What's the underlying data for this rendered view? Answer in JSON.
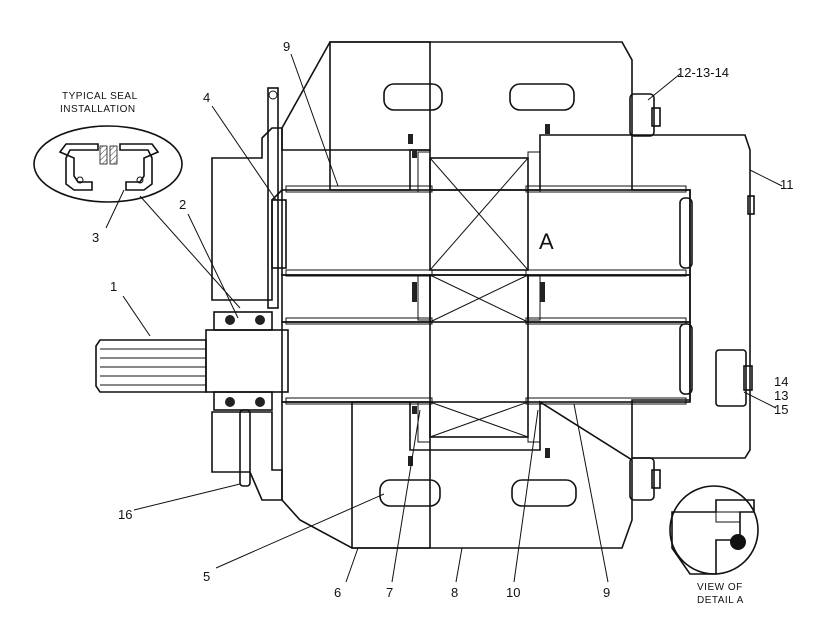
{
  "colors": {
    "ink": "#111111",
    "paper": "#ffffff",
    "seal": "#222222"
  },
  "detail_inset": {
    "title_line1": "TYPICAL SEAL",
    "title_line2": "INSTALLATION"
  },
  "detail_view": {
    "line1": "VIEW OF",
    "line2": "DETAIL A"
  },
  "section_marker": "A",
  "callouts": {
    "c1": "1",
    "c2": "2",
    "c3": "3",
    "c4": "4",
    "c5": "5",
    "c6": "6",
    "c7": "7",
    "c8": "8",
    "c9_top": "9",
    "c9_bottom": "9",
    "c10": "10",
    "c11": "11",
    "c12": "12-13-14",
    "c14": "14",
    "c13": "13",
    "c15": "15",
    "c16": "16"
  }
}
